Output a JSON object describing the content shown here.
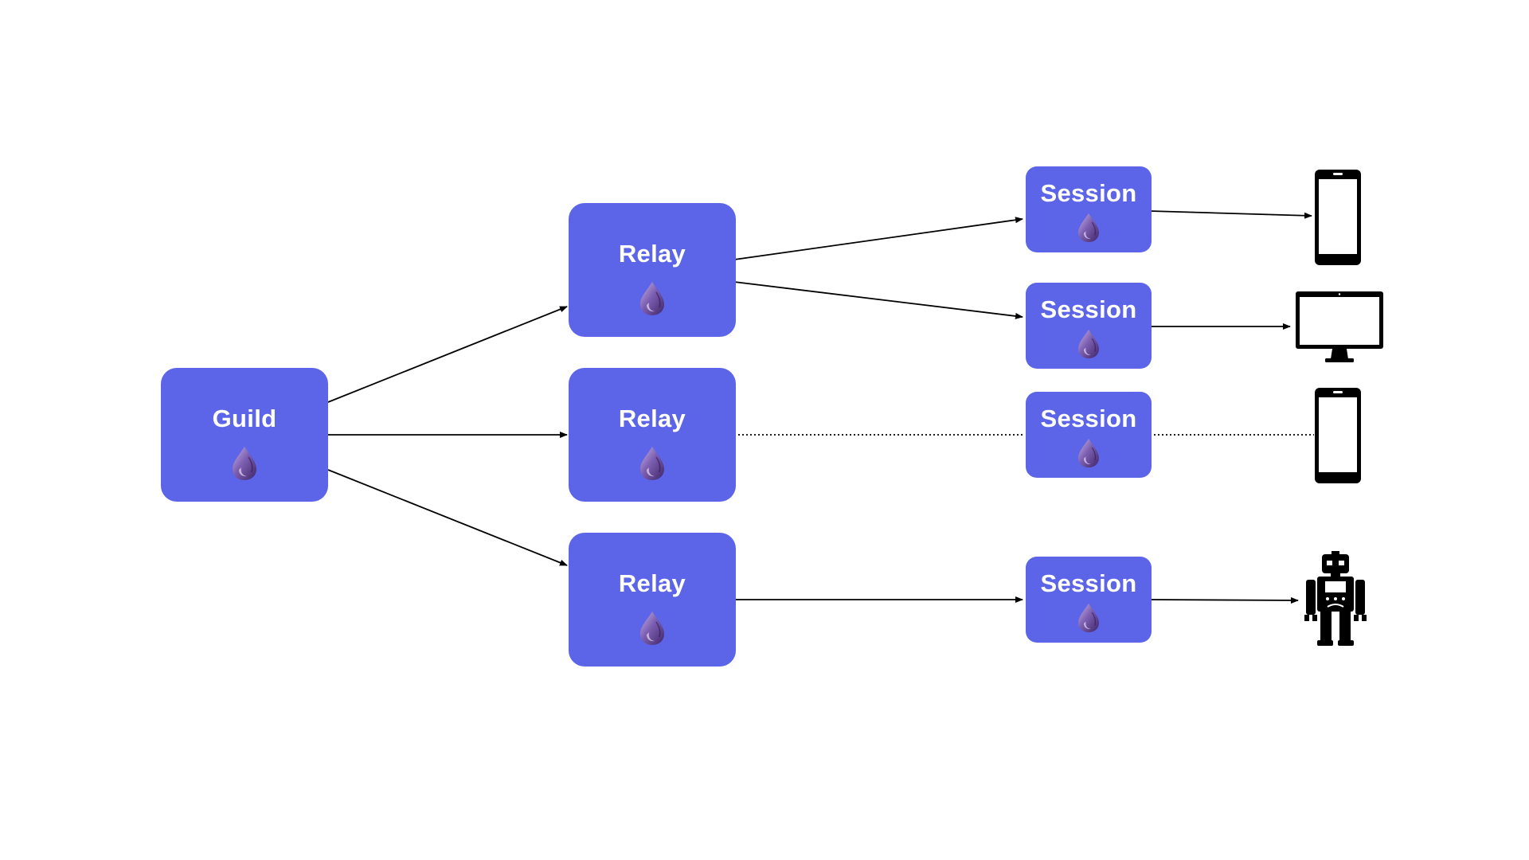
{
  "diagram": {
    "nodes": {
      "guild": {
        "label": "Guild",
        "icon": "elixir-drop-icon"
      },
      "relay_1": {
        "label": "Relay",
        "icon": "elixir-drop-icon"
      },
      "relay_2": {
        "label": "Relay",
        "icon": "elixir-drop-icon"
      },
      "relay_3": {
        "label": "Relay",
        "icon": "elixir-drop-icon"
      },
      "session_1": {
        "label": "Session",
        "icon": "elixir-drop-icon"
      },
      "session_2": {
        "label": "Session",
        "icon": "elixir-drop-icon"
      },
      "session_3": {
        "label": "Session",
        "icon": "elixir-drop-icon"
      },
      "session_4": {
        "label": "Session",
        "icon": "elixir-drop-icon"
      }
    },
    "devices": {
      "device_1": {
        "icon": "smartphone-icon"
      },
      "device_2": {
        "icon": "desktop-monitor-icon"
      },
      "device_3": {
        "icon": "smartphone-icon"
      },
      "device_4": {
        "icon": "robot-icon"
      }
    },
    "edges": [
      {
        "from": "guild",
        "to": "relay_1",
        "style": "solid-arrow"
      },
      {
        "from": "guild",
        "to": "relay_2",
        "style": "solid-arrow"
      },
      {
        "from": "guild",
        "to": "relay_3",
        "style": "solid-arrow"
      },
      {
        "from": "relay_1",
        "to": "session_1",
        "style": "solid-arrow"
      },
      {
        "from": "relay_1",
        "to": "session_2",
        "style": "solid-arrow"
      },
      {
        "from": "relay_2",
        "to": "session_3",
        "style": "dotted"
      },
      {
        "from": "relay_3",
        "to": "session_4",
        "style": "solid-arrow"
      },
      {
        "from": "session_1",
        "to": "device_1",
        "style": "solid-arrow"
      },
      {
        "from": "session_2",
        "to": "device_2",
        "style": "solid-arrow"
      },
      {
        "from": "session_3",
        "to": "device_3",
        "style": "dotted"
      },
      {
        "from": "session_4",
        "to": "device_4",
        "style": "solid-arrow"
      }
    ],
    "colors": {
      "node_fill": "#5c65e8",
      "node_text": "#ffffff",
      "edge": "#000000",
      "device": "#000000",
      "drop_light": "#b8a4d8",
      "drop_dark": "#4a2f7a"
    }
  }
}
